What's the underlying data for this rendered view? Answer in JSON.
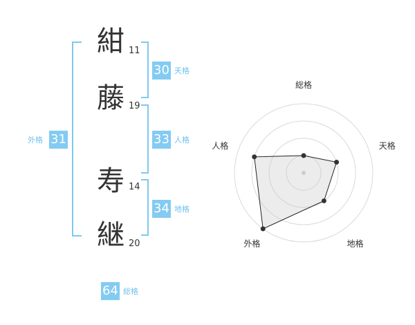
{
  "name": {
    "chars": [
      {
        "char": "紺",
        "strokes": "11"
      },
      {
        "char": "藤",
        "strokes": "19"
      },
      {
        "char": "寿",
        "strokes": "14"
      },
      {
        "char": "継",
        "strokes": "20"
      }
    ]
  },
  "fortunes": {
    "tenkaku": {
      "value": "30",
      "label": "天格"
    },
    "jinkaku": {
      "value": "33",
      "label": "人格"
    },
    "chikaku": {
      "value": "34",
      "label": "地格"
    },
    "gaikaku": {
      "value": "31",
      "label": "外格"
    },
    "soukaku": {
      "value": "64",
      "label": "総格"
    }
  },
  "colors": {
    "accent": "#83cbf2",
    "bracket": "#7ec8ee",
    "label": "#6fc1ef",
    "text": "#333333"
  },
  "chart_data": {
    "type": "radar",
    "axes": [
      "総格",
      "天格",
      "地格",
      "外格",
      "人格"
    ],
    "rings": 4,
    "max": 4,
    "values": [
      1,
      2,
      2,
      4,
      3
    ],
    "grid": true
  }
}
